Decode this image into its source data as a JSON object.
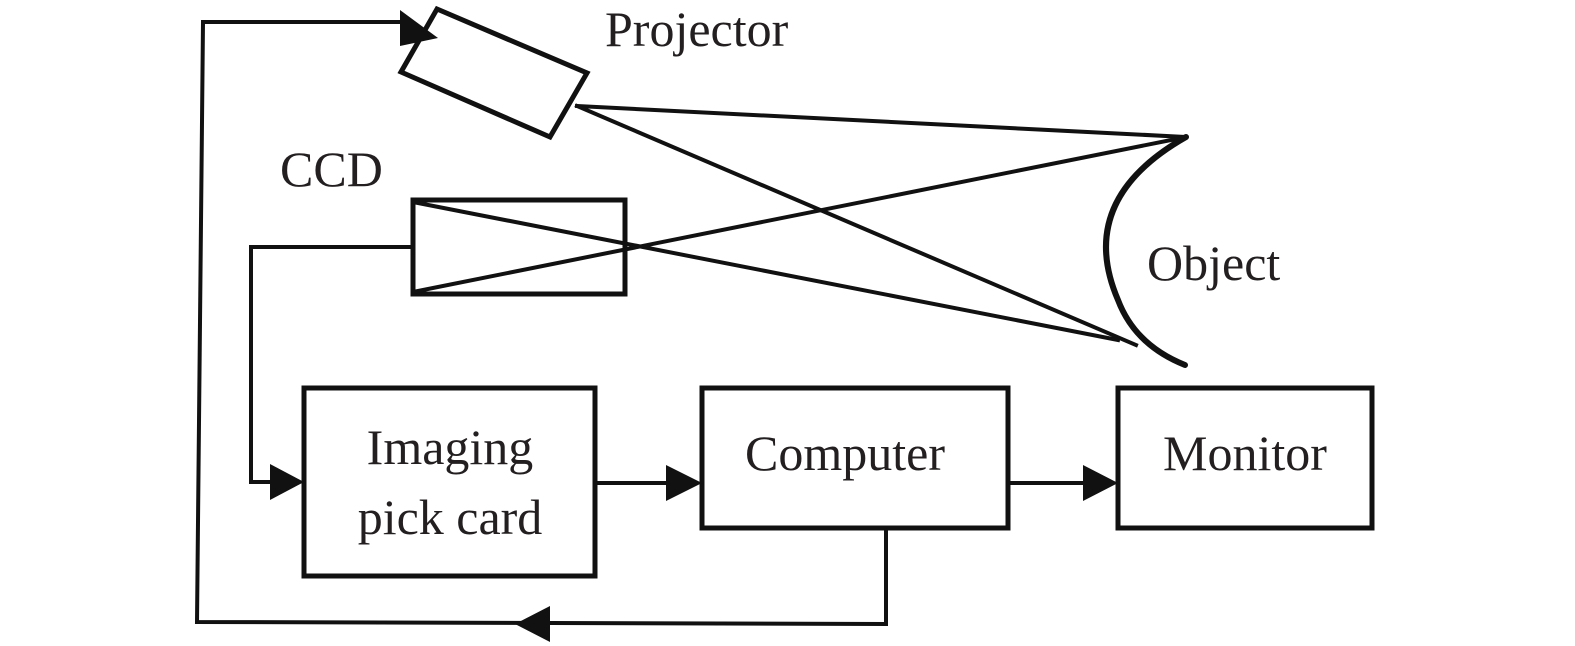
{
  "diagram": {
    "type": "block-diagram",
    "title": "",
    "nodes": {
      "projector": {
        "label": "Projector"
      },
      "ccd": {
        "label": "CCD"
      },
      "object": {
        "label": "Object"
      },
      "imaging_pick_card": {
        "label_line1": "Imaging",
        "label_line2": "pick card"
      },
      "computer": {
        "label": "Computer"
      },
      "monitor": {
        "label": "Monitor"
      }
    },
    "edges": [
      {
        "from": "ccd",
        "to": "imaging_pick_card"
      },
      {
        "from": "imaging_pick_card",
        "to": "computer"
      },
      {
        "from": "computer",
        "to": "monitor"
      },
      {
        "from": "computer",
        "to": "projector"
      },
      {
        "from": "projector",
        "to": "object",
        "kind": "light-rays"
      },
      {
        "from": "object",
        "to": "ccd",
        "kind": "light-rays"
      }
    ]
  }
}
